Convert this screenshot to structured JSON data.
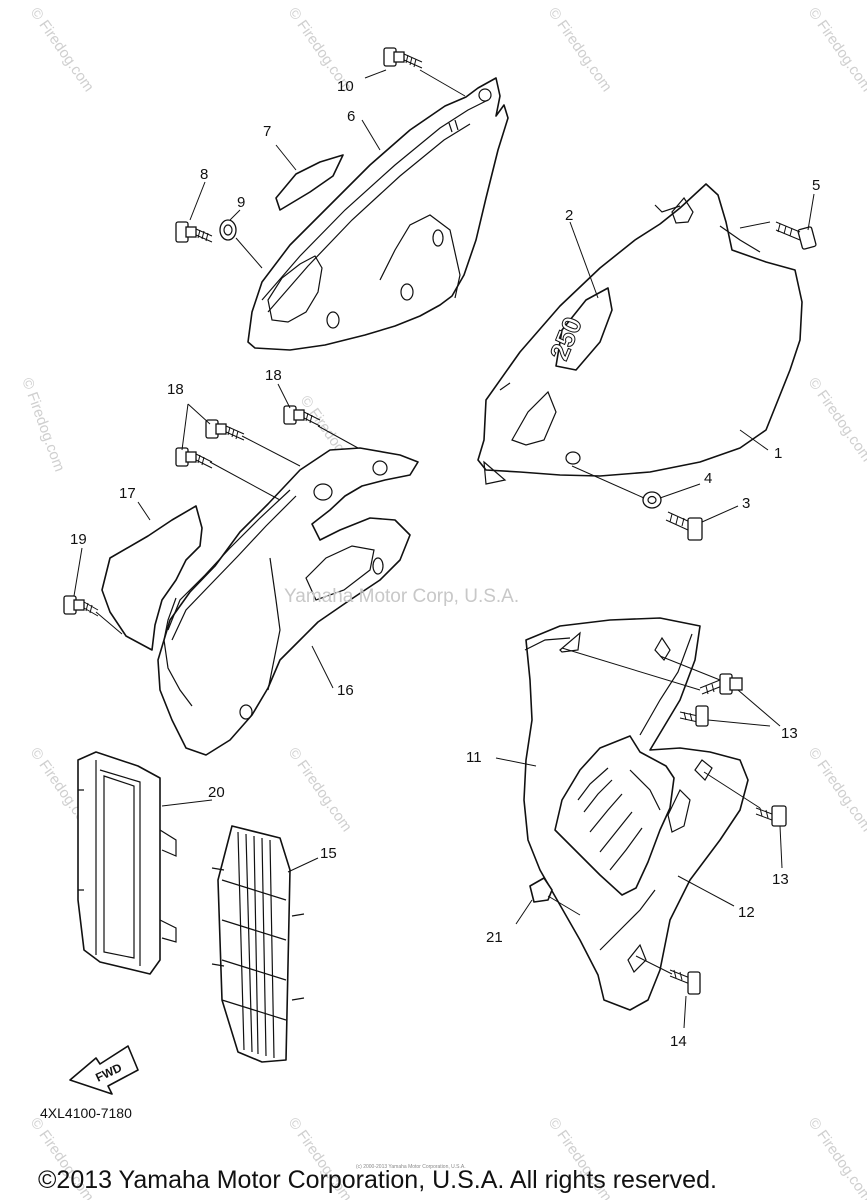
{
  "diagram": {
    "part_labels": {
      "p1": "1",
      "p2": "2",
      "p3": "3",
      "p4": "4",
      "p5": "5",
      "p6": "6",
      "p7": "7",
      "p8": "8",
      "p9": "9",
      "p10": "10",
      "p11": "11",
      "p12": "12",
      "p13a": "13",
      "p13b": "13",
      "p14": "14",
      "p15": "15",
      "p16": "16",
      "p17": "17",
      "p18a": "18",
      "p18b": "18",
      "p19": "19",
      "p20": "20",
      "p21": "21"
    },
    "decal_text": "250",
    "fwd_label": "FWD",
    "diagram_code": "4XL4100-7180",
    "center_watermark": "Yamaha Motor Corp, U.S.A.",
    "tiny_notice": "(c) 2000-2013 Yamaha Motor Corporation, U.S.A."
  },
  "watermark": {
    "text": "© Firedog.com",
    "color": "#cfcfcf"
  },
  "footer": {
    "copyright": "©2013 Yamaha Motor Corporation, U.S.A. All rights reserved."
  }
}
